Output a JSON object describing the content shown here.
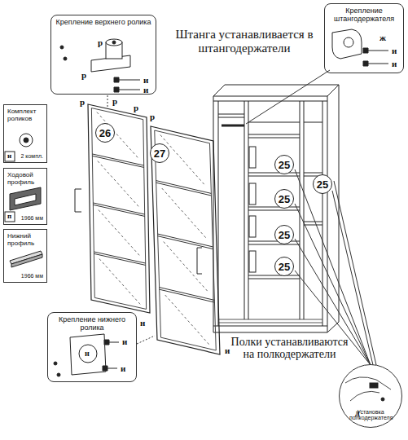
{
  "diagram": {
    "nodes": [
      {
        "text": [
          "Крепление верхнего ролика"
        ]
      },
      {
        "text": [
          "Крепление штангодержателя"
        ]
      },
      {
        "text": [
          "Комплект роликов",
          "2 компл."
        ]
      },
      {
        "text": [
          "Ходовой профиль",
          "1966 мм"
        ]
      },
      {
        "text": [
          "Нижний профиль",
          "1966 мм"
        ]
      },
      {
        "text": [
          "26"
        ]
      },
      {
        "text": [
          "27"
        ]
      },
      {
        "text": [
          "25"
        ]
      },
      {
        "text": [
          "25"
        ]
      },
      {
        "text": [
          "25"
        ]
      },
      {
        "text": [
          "25"
        ]
      },
      {
        "text": [
          "25"
        ]
      },
      {
        "text": [
          "Крепление нижнего ролика"
        ]
      },
      {
        "text": [
          "Установка полкодержателя"
        ]
      }
    ],
    "labels": [
      "Штанга устанавливается в штангодержатели",
      "Полки устанавливаются на полкодержатели",
      "р",
      "р",
      "и",
      "и",
      "р",
      "р",
      "р",
      "р",
      "ж",
      "и",
      "и",
      "н",
      "п",
      "н",
      "и",
      "и",
      "н",
      "и",
      "д"
    ]
  }
}
